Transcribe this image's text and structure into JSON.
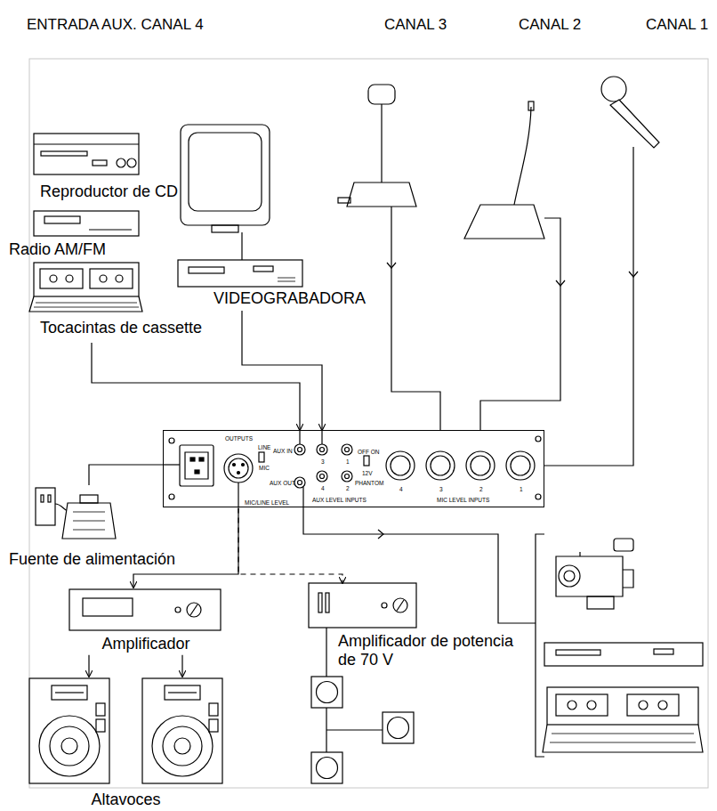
{
  "diagram": {
    "nodes": [
      {
        "text": [
          "Reproductor de CD"
        ]
      },
      {
        "text": [
          "Radio AM/FM"
        ]
      },
      {
        "text": [
          "Tocacintas de cassette"
        ]
      },
      {
        "text": [
          "VIDEOGRABADORA"
        ]
      },
      {
        "text": [
          "OUTPUTS",
          "LINE",
          "MIC",
          "AUX IN",
          "AUX OUT",
          "MIC/LINE LEVEL",
          "3",
          "1",
          "4",
          "2",
          "AUX LEVEL INPUTS",
          "OFF ON",
          "12V",
          "PHANTOM",
          "4",
          "3",
          "2",
          "1",
          "MIC LEVEL INPUTS"
        ]
      },
      {
        "text": [
          "Fuente de alimentación"
        ]
      },
      {
        "text": [
          "Amplificador"
        ]
      },
      {
        "text": [
          "Amplificador de potencia de 70 V"
        ]
      },
      {
        "text": [
          "Altavoces"
        ]
      }
    ],
    "edges": [
      {
        "from": 2,
        "to": 4,
        "arrow": "to"
      },
      {
        "from": 3,
        "to": 4,
        "arrow": "to"
      },
      {
        "from": 4,
        "to": 5,
        "arrow": "none"
      },
      {
        "from": 4,
        "to": 6,
        "arrow": "to"
      },
      {
        "from": 4,
        "to": 7,
        "arrow": "to"
      },
      {
        "from": 6,
        "to": 8,
        "arrow": "to"
      },
      {
        "from": 6,
        "to": 8,
        "arrow": "to"
      }
    ],
    "labels": [
      "ENTRADA AUX. CANAL 4",
      "CANAL 3",
      "CANAL 2",
      "CANAL 1"
    ]
  }
}
